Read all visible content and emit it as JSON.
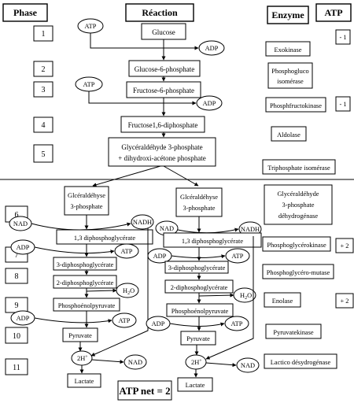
{
  "headers": {
    "phase": "Phase",
    "reaction": "Réaction",
    "enzyme": "Enzyme",
    "atp": "ATP"
  },
  "phases": [
    "1",
    "2",
    "3",
    "4",
    "5",
    "6",
    "7",
    "8",
    "9",
    "10",
    "11"
  ],
  "metabolites": {
    "glucose": "Glucose",
    "g6p": "Glucose-6-phosphate",
    "f6p": "Fructose-6-phosphate",
    "f16dp": "Fructose1,6-diphosphate",
    "g3p_dhap_1": "Glycéraldéhyde 3-phosphate",
    "g3p_dhap_2": "+ dihydroxi-acétone phosphate",
    "g3p_1": "Glcéraldéhyse",
    "g3p_2": "3-phosphate",
    "bpg13": "1,3 diphosphoglycérate",
    "pg3": "3-diphosphoglycérate",
    "pg2": "2-diphosphoglycérate",
    "pep": "Phosphoénolpyruvate",
    "pyruvate": "Pyruvate",
    "lactate": "Lactate"
  },
  "cofactors": {
    "atp": "ATP",
    "adp": "ADP",
    "nad": "NAD",
    "nadh": "NADH",
    "h2o": "H",
    "h2o_sub": "2",
    "h2o_o": "O",
    "h2": "2H",
    "h2_sup": "+"
  },
  "enzymes": {
    "hexokinase": "Exokinase",
    "pgi_1": "Phosphogluco",
    "pgi_2": "isomérase",
    "pfk": "Phosphfructokinase",
    "aldolase": "Aldolase",
    "tpi": "Triphosphate isomérase",
    "gapdh_1": "Glycéraldéhyde",
    "gapdh_2": "3-phosphate",
    "gapdh_3": "déhydrogénase",
    "pgk": "Phosphoglycérokinase",
    "pgm": "Phosphoglycéro-mutase",
    "enolase": "Enolase",
    "pk": "Pyruvatekinase",
    "ldh": "Lactico désydrogénase"
  },
  "atp_balance": {
    "phase1": "- 1",
    "phase3": "- 1",
    "phase7": "+ 2",
    "phase9": "+ 2"
  },
  "atp_net": "ATP net = 2"
}
